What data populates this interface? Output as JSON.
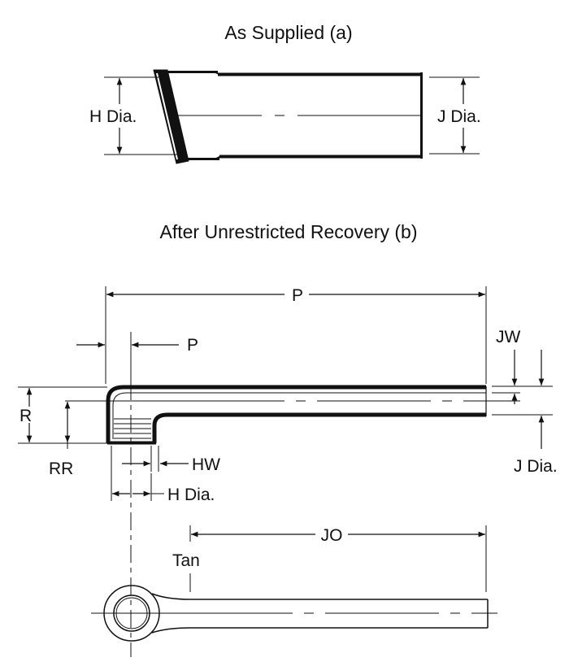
{
  "titles": {
    "as_supplied": "As Supplied (a)",
    "after_recovery": "After Unrestricted Recovery (b)"
  },
  "labels": {
    "h_dia": "H Dia.",
    "j_dia": "J Dia.",
    "p_overall": "P",
    "p_offset": "P",
    "jw": "JW",
    "r": "R",
    "rr": "RR",
    "hw": "HW",
    "h_dia_lower": "H Dia.",
    "j_dia_side": "J Dia.",
    "jo": "JO",
    "tan": "Tan"
  },
  "colors": {
    "ink": "#111111",
    "background": "#ffffff"
  }
}
